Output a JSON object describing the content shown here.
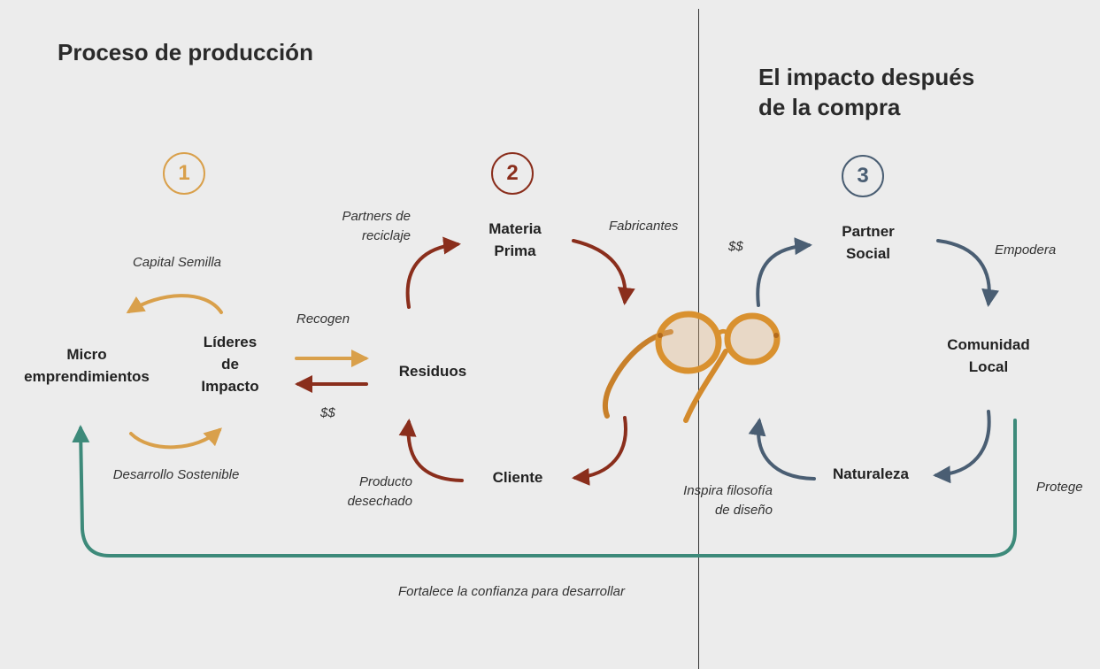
{
  "colors": {
    "background": "#ececec",
    "stage1": "#d9a04b",
    "stage2": "#8a2e1c",
    "stage3": "#4a5e73",
    "loop": "#3d8a7a"
  },
  "left": {
    "title": "Proceso de producción"
  },
  "right": {
    "title": "El impacto después\nde la compra"
  },
  "stages": [
    {
      "number": "1"
    },
    {
      "number": "2"
    },
    {
      "number": "3"
    }
  ],
  "nodes": {
    "micro": "Micro\nemprendimientos",
    "lideres": "Líderes\nde\nImpacto",
    "residuos": "Residuos",
    "materia": "Materia\nPrima",
    "cliente": "Cliente",
    "partner": "Partner\nSocial",
    "comunidad": "Comunidad\nLocal",
    "naturaleza": "Naturaleza"
  },
  "labels": {
    "capital": "Capital Semilla",
    "desarrollo": "Desarrollo Sostenible",
    "recogen": "Recogen",
    "money1": "$$",
    "partners_reciclaje": "Partners de\nreciclaje",
    "fabricantes": "Fabricantes",
    "producto": "Producto\ndesechado",
    "money2": "$$",
    "empodera": "Empodera",
    "inspira": "Inspira filosofía\nde diseño",
    "protege": "Protege",
    "fortalece": "Fortalece la confianza para desarrollar"
  },
  "icons": {
    "glasses": "eyeglasses-icon"
  }
}
